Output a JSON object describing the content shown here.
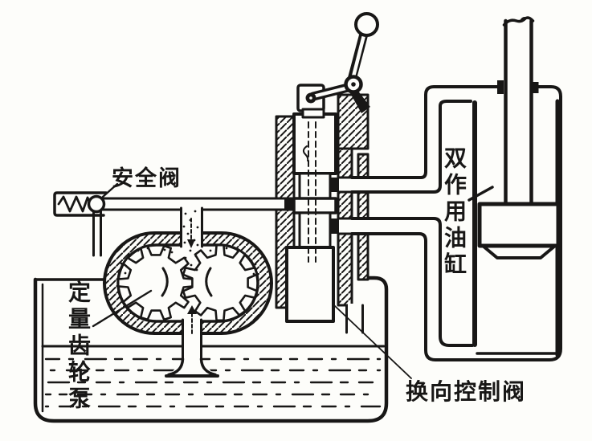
{
  "figure": {
    "background": "#fdfdfa",
    "ink_color": "#181716",
    "labels": {
      "relief_valve": "安全阀",
      "double_acting_cylinder": "双作用油缸",
      "directional_control_valve": "换向控制阀",
      "fixed_displacement_gear_pump": "定量齿轮泵"
    }
  }
}
